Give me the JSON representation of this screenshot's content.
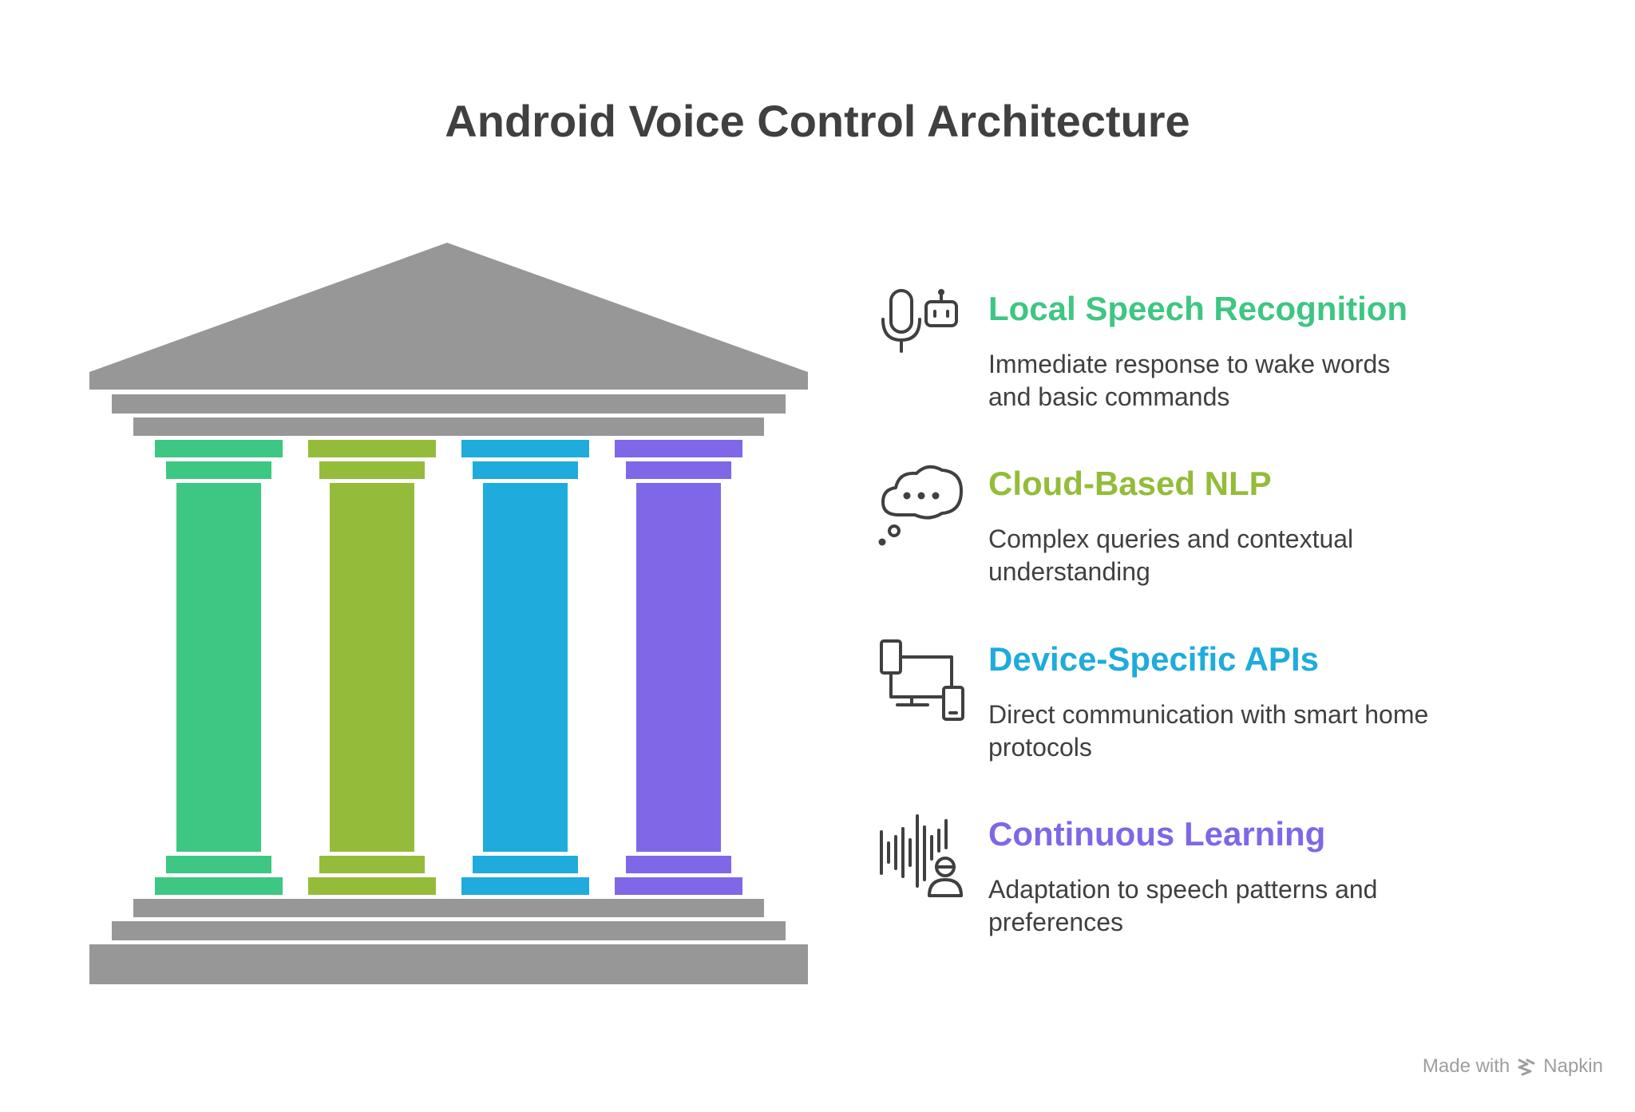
{
  "title": "Android Voice Control Architecture",
  "colors": {
    "roof": "#979797",
    "pillars": [
      "#3ec683",
      "#94bc3a",
      "#1fabdb",
      "#7f67e8"
    ],
    "text": "#404040",
    "icon": "#404040"
  },
  "items": [
    {
      "icon": "microphone-robot-icon",
      "heading": "Local Speech Recognition",
      "description": "Immediate response to wake words and basic commands",
      "color": "#3ec683"
    },
    {
      "icon": "thought-bubble-icon",
      "heading": "Cloud-Based NLP",
      "description": "Complex queries and contextual understanding",
      "color": "#94bc3a"
    },
    {
      "icon": "connected-devices-icon",
      "heading": "Device-Specific APIs",
      "description": "Direct communication with smart home protocols",
      "color": "#1fabdb"
    },
    {
      "icon": "voice-waveform-person-icon",
      "heading": "Continuous Learning",
      "description": "Adaptation to speech patterns and preferences",
      "color": "#7f67e8"
    }
  ],
  "footer": {
    "made_with": "Made with",
    "brand": "Napkin"
  }
}
